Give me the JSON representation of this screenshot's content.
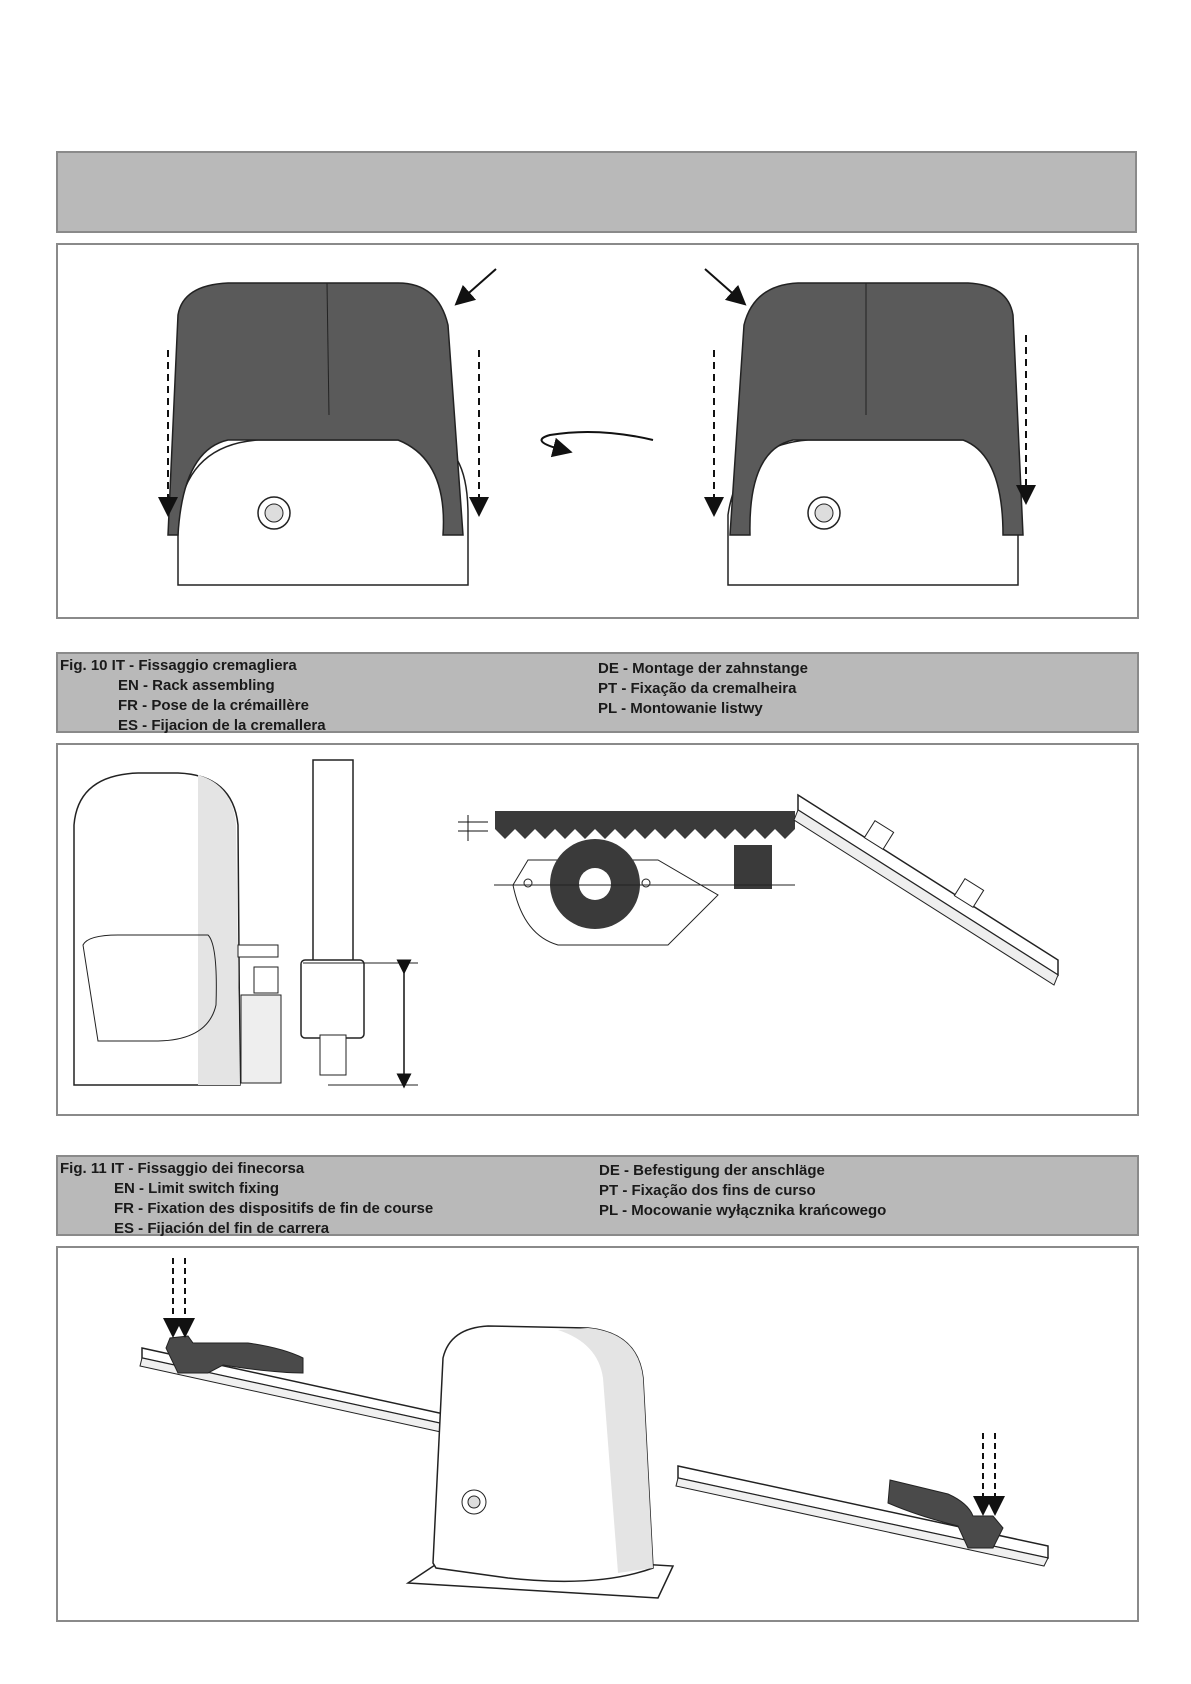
{
  "fig10": {
    "it": "Fig. 10  IT - Fissaggio cremagliera",
    "en": "EN - Rack assembling",
    "fr": "FR - Pose de la crémaillère",
    "es": "ES - Fijacion de la cremallera",
    "de": "DE - Montage der zahnstange",
    "pt": "PT - Fixação da cremalheira",
    "pl": "PL - Montowanie listwy"
  },
  "fig11": {
    "it": "Fig. 11 IT - Fissaggio dei finecorsa",
    "en": "EN - Limit switch fixing",
    "fr": "FR - Fixation des dispositifs de fin de course",
    "es": "ES - Fijación del fin de carrera",
    "de": "DE - Befestigung der anschläge",
    "pt": "PT - Fixação dos fins de curso",
    "pl": "PL - Mocowanie wyłącznika krańcowego"
  },
  "colors": {
    "panel_gray": "#b9b9b9",
    "border": "#8a8a8a",
    "cover_dark": "#555555"
  },
  "icons": [
    "arrow-down-dashed-icon",
    "rotate-arrow-icon",
    "pinion-gear-icon",
    "rack-icon",
    "limit-switch-icon"
  ]
}
